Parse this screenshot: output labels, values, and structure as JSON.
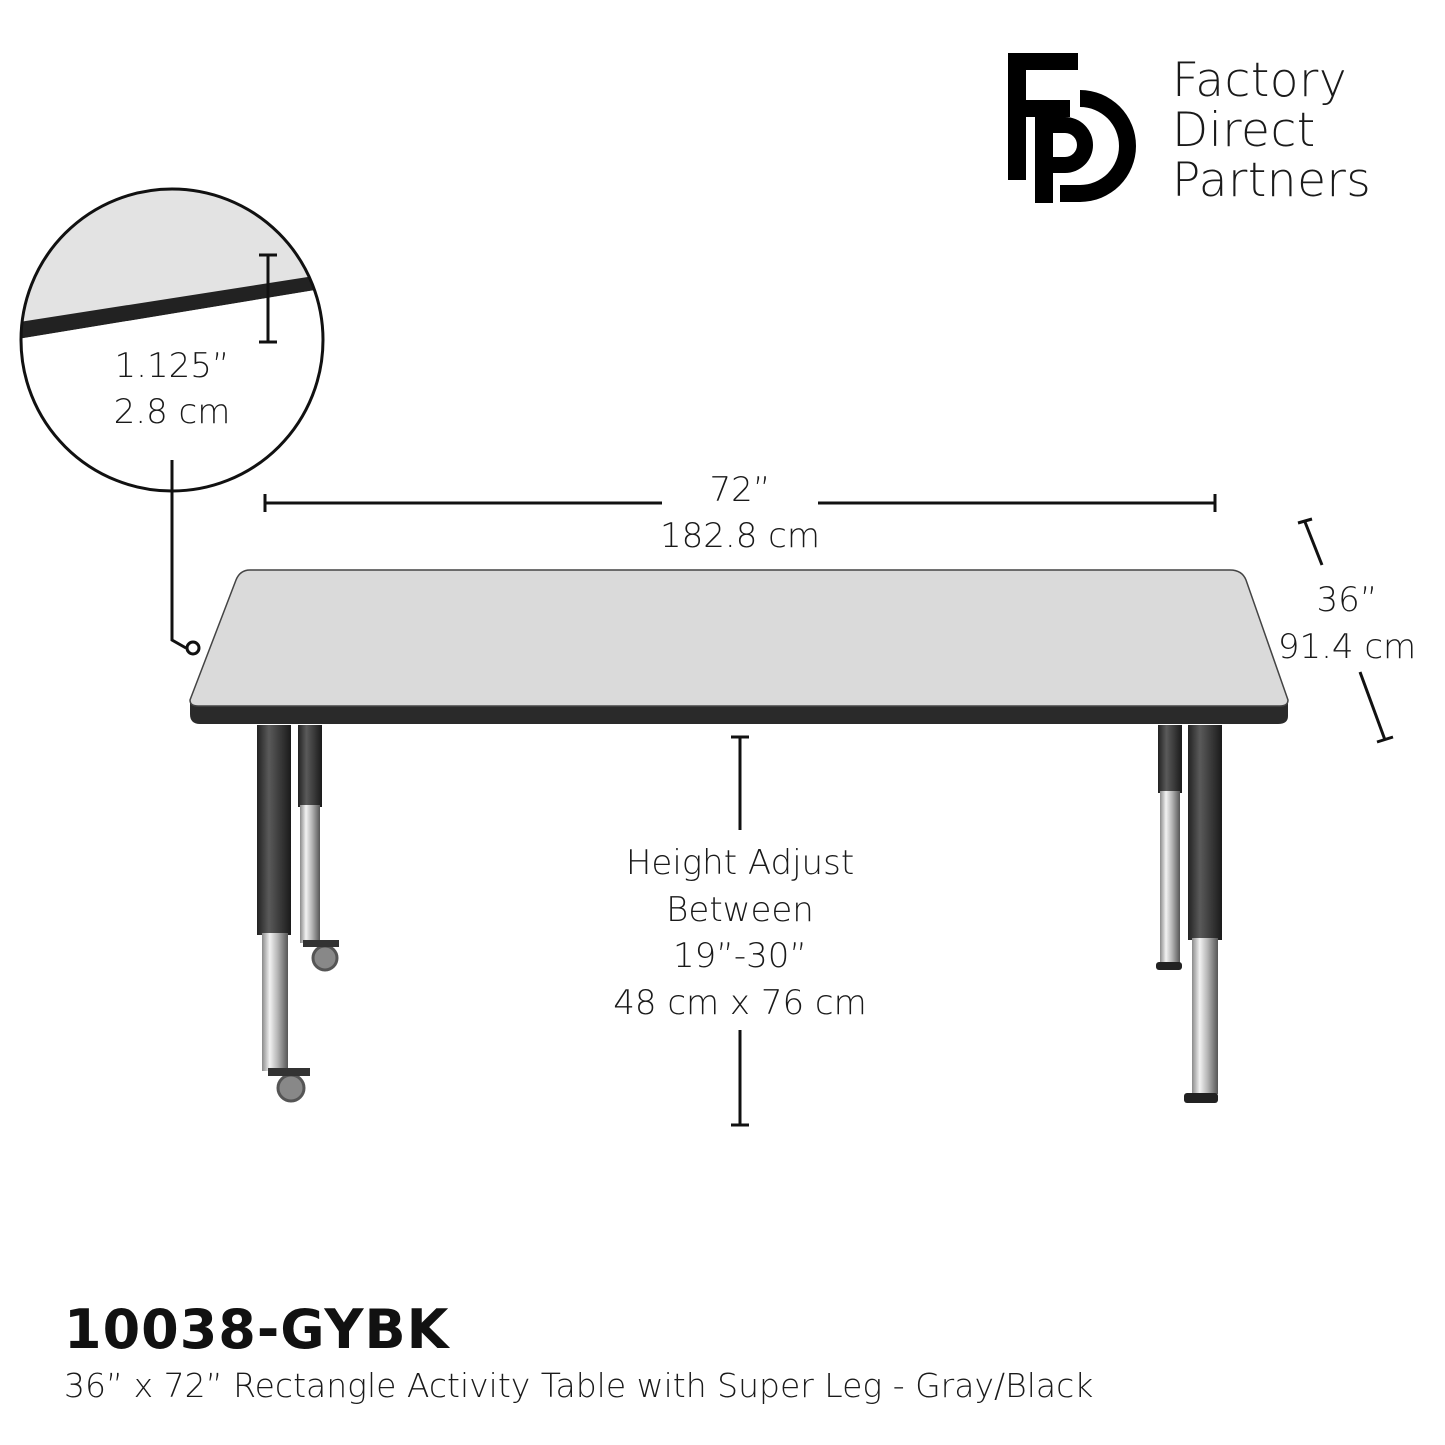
{
  "brand": {
    "logo_mark": "FDP",
    "name_lines": [
      "Factory",
      "Direct",
      "Partners"
    ]
  },
  "thickness_callout": {
    "inches": "1.125”",
    "cm": "2.8 cm"
  },
  "width_dimension": {
    "inches": "72”",
    "cm": "182.8 cm"
  },
  "depth_dimension": {
    "inches": "36”",
    "cm": "91.4 cm"
  },
  "height_dimension": {
    "lines": [
      "Height Adjust",
      "Between",
      "19”-30”",
      "48 cm x 76 cm"
    ]
  },
  "product": {
    "sku": "10038-GYBK",
    "description": "36” x 72” Rectangle Activity Table with Super Leg - Gray/Black"
  },
  "colors": {
    "top": "#d9d9d9",
    "edge": "#2a2a2a",
    "leg_black": "#333333",
    "chrome": "#c8c8c8"
  }
}
